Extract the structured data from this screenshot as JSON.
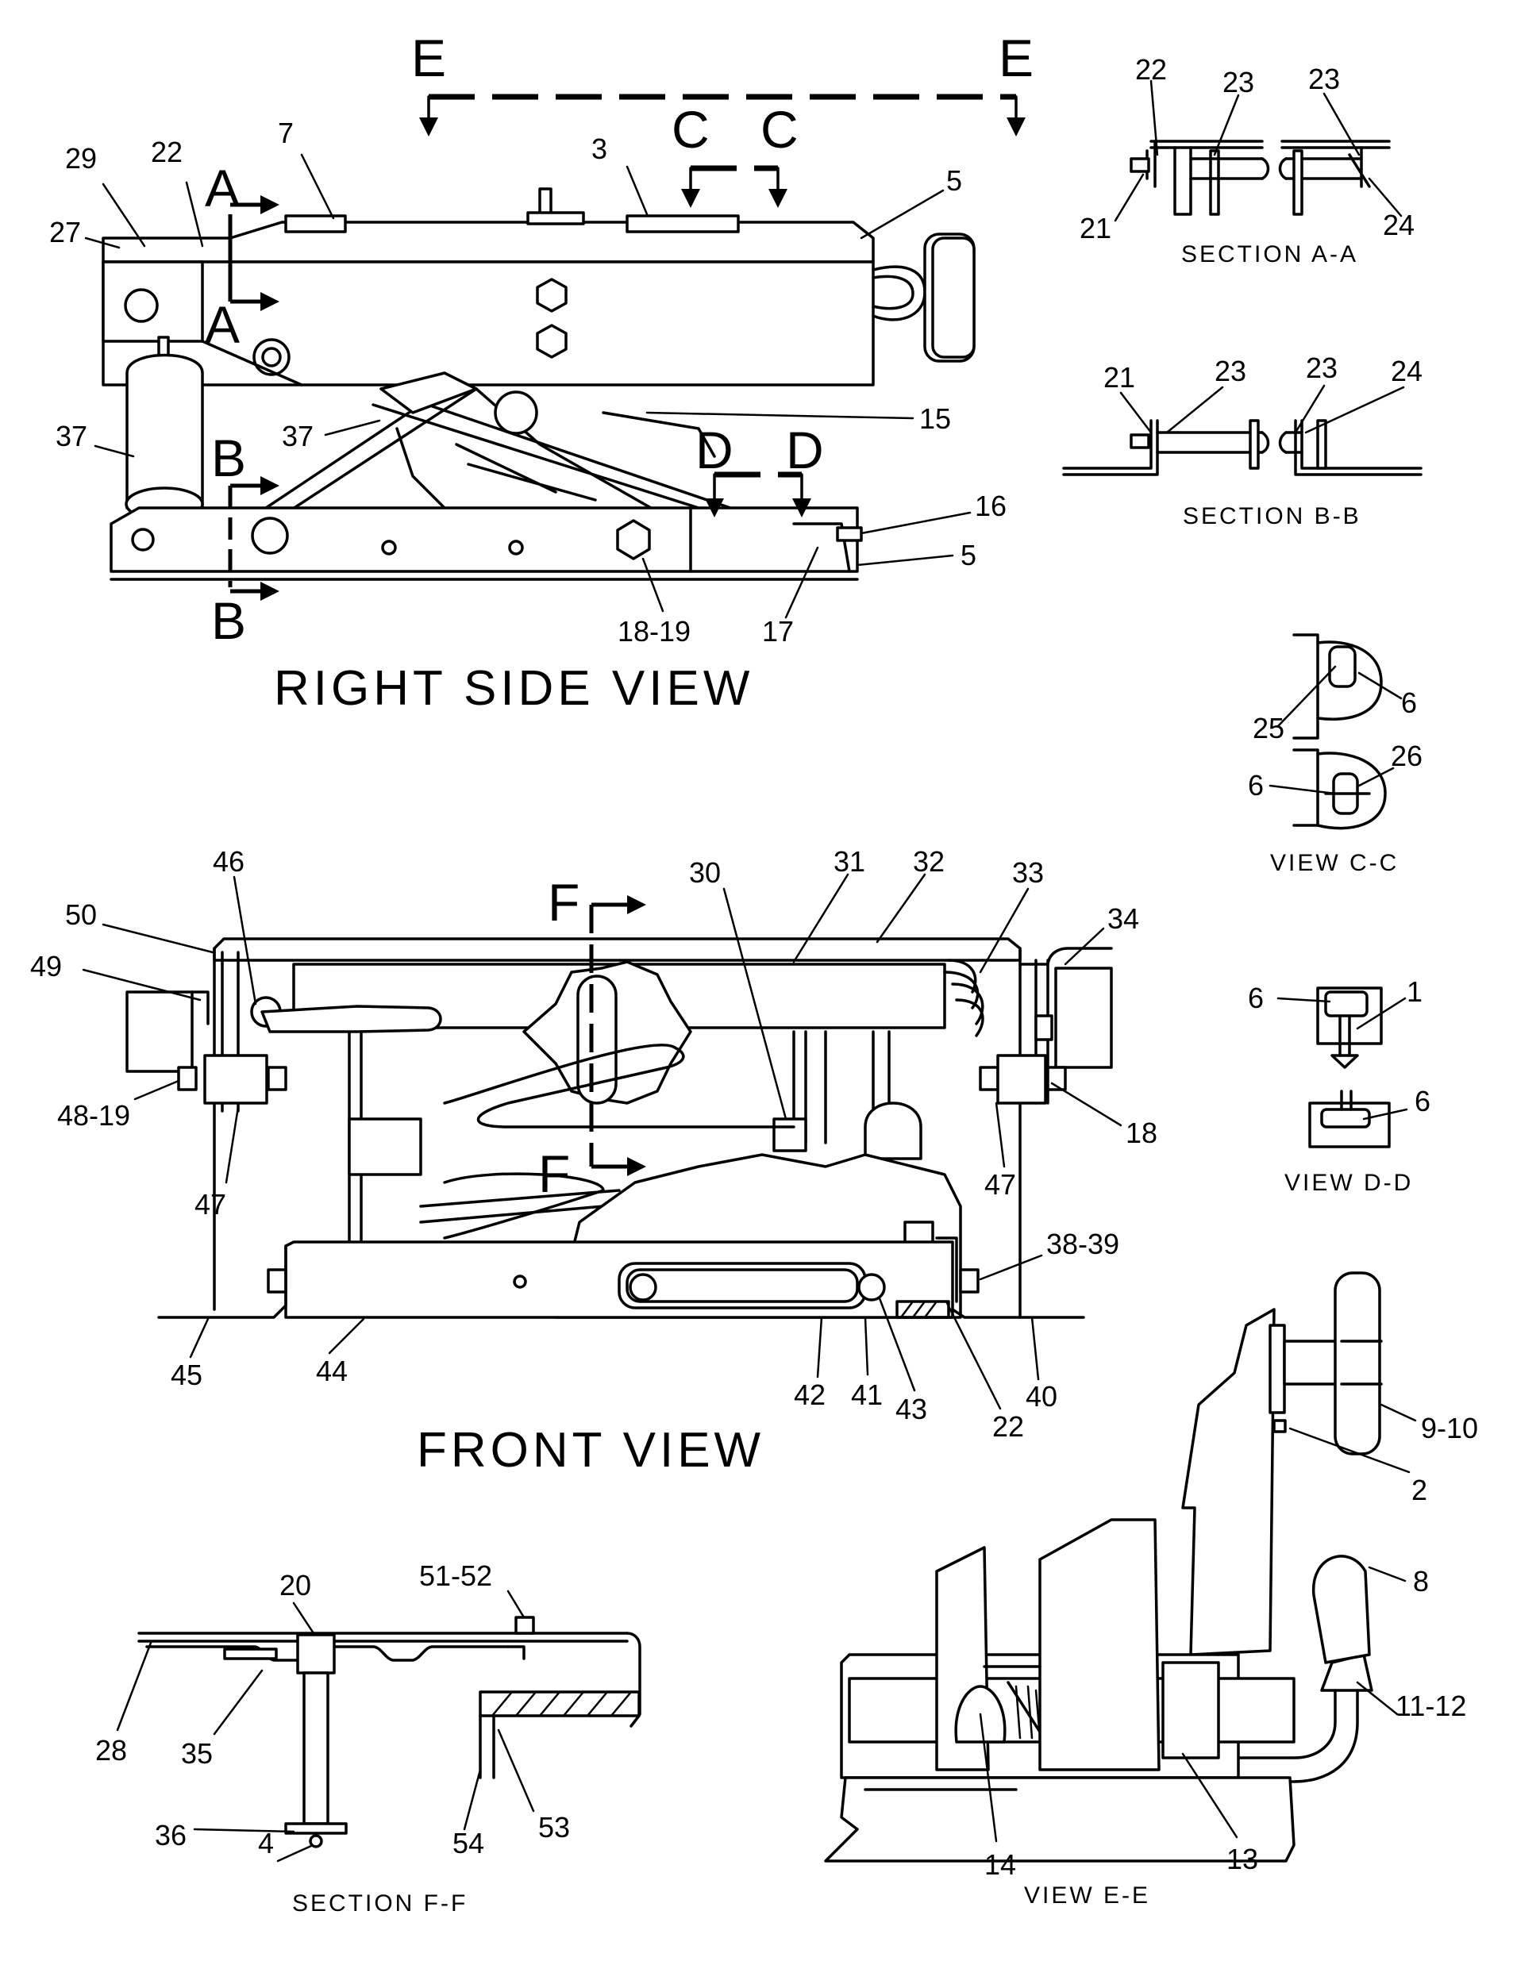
{
  "views": {
    "right_side": "RIGHT  SIDE  VIEW",
    "front": "FRONT  VIEW",
    "section_aa": "SECTION  A-A",
    "section_bb": "SECTION  B-B",
    "view_cc": "VIEW  C-C",
    "view_dd": "VIEW  D-D",
    "section_ff": "SECTION  F-F",
    "view_ee": "VIEW  E-E"
  },
  "section_letters": {
    "A": "A",
    "B": "B",
    "C": "C",
    "D": "D",
    "E": "E",
    "F": "F"
  },
  "callouts": {
    "rs": [
      "29",
      "22",
      "27",
      "7",
      "3",
      "5",
      "37",
      "37",
      "15",
      "16",
      "5",
      "18-19",
      "17"
    ],
    "aa": [
      "22",
      "23",
      "23",
      "21",
      "24"
    ],
    "bb": [
      "21",
      "23",
      "23",
      "24"
    ],
    "cc": [
      "25",
      "6",
      "6",
      "26"
    ],
    "dd": [
      "6",
      "1",
      "6"
    ],
    "front": [
      "46",
      "50",
      "49",
      "48-19",
      "47",
      "30",
      "31",
      "32",
      "33",
      "34",
      "18",
      "47",
      "38-39",
      "45",
      "44",
      "42",
      "41",
      "43",
      "22",
      "40"
    ],
    "ff": [
      "20",
      "51-52",
      "28",
      "35",
      "36",
      "4",
      "54",
      "53"
    ],
    "ee": [
      "9-10",
      "2",
      "8",
      "11-12",
      "14",
      "13"
    ]
  }
}
